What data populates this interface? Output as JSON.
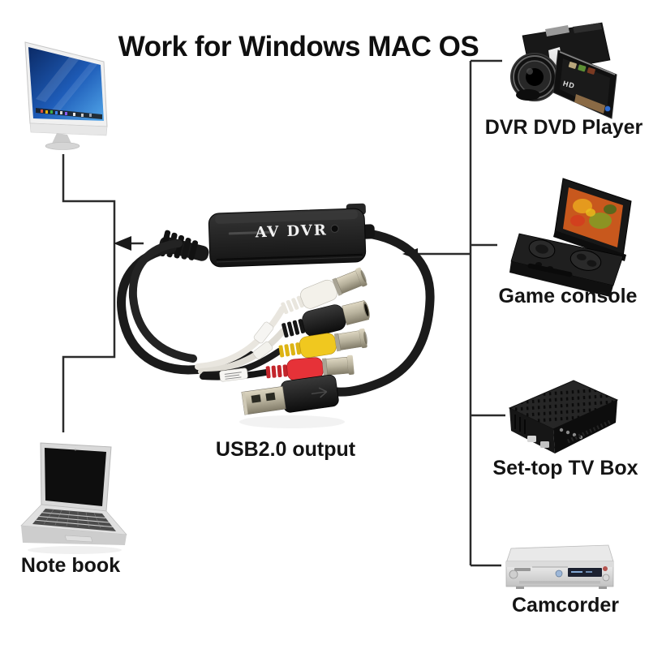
{
  "title": "Work for Windows MAC OS",
  "center_device": {
    "label": "AV DVR",
    "output_label": "USB2.0 output",
    "connector_icons": [
      "white-rca-connector",
      "s-video-connector",
      "yellow-rca-connector",
      "red-rca-connector",
      "usb-a-connector"
    ]
  },
  "left_devices": [
    {
      "id": "imac"
    },
    {
      "id": "notebook",
      "label": "Note book"
    }
  ],
  "right_devices": [
    {
      "id": "dvr-dvd-player",
      "label": "DVR DVD Player",
      "screen_text": "HD"
    },
    {
      "id": "game-console",
      "label": "Game console"
    },
    {
      "id": "set-top-tv-box",
      "label": "Set-top TV Box"
    },
    {
      "id": "camcorder",
      "label": "Camcorder"
    }
  ],
  "colors": {
    "background": "#ffffff",
    "line": "#2b2b2b",
    "text": "#141414",
    "device_body": "#1f1f1f",
    "rca_white": "#f3f1ea",
    "rca_yellow": "#f0c81f",
    "rca_red": "#e63238",
    "metal": "#b7b19c",
    "screen_blue": "#2f6fc4"
  }
}
